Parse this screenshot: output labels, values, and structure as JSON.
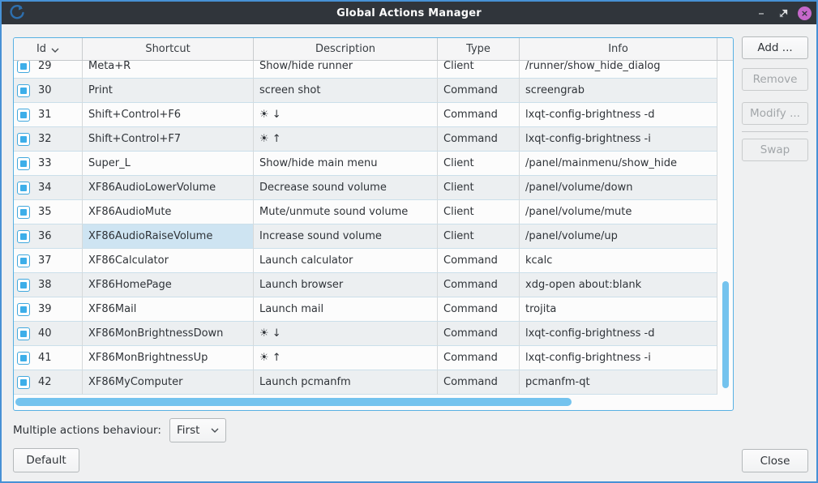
{
  "window": {
    "title": "Global Actions Manager",
    "controls": {
      "minimize": "–",
      "close": "×"
    }
  },
  "table": {
    "columns": [
      "Id",
      "Shortcut",
      "Description",
      "Type",
      "Info"
    ],
    "sorted_column": "Id",
    "rows": [
      {
        "id": "29",
        "shortcut": "Meta+R",
        "description": "Show/hide runner",
        "type": "Client",
        "info": "/runner/show_hide_dialog",
        "checked": true
      },
      {
        "id": "30",
        "shortcut": "Print",
        "description": "screen shot",
        "type": "Command",
        "info": "screengrab",
        "checked": true
      },
      {
        "id": "31",
        "shortcut": "Shift+Control+F6",
        "description": "☀ ↓",
        "type": "Command",
        "info": "lxqt-config-brightness -d",
        "checked": true
      },
      {
        "id": "32",
        "shortcut": "Shift+Control+F7",
        "description": "☀ ↑",
        "type": "Command",
        "info": "lxqt-config-brightness -i",
        "checked": true
      },
      {
        "id": "33",
        "shortcut": "Super_L",
        "description": "Show/hide main menu",
        "type": "Client",
        "info": "/panel/mainmenu/show_hide",
        "checked": true
      },
      {
        "id": "34",
        "shortcut": "XF86AudioLowerVolume",
        "description": "Decrease sound volume",
        "type": "Client",
        "info": "/panel/volume/down",
        "checked": true
      },
      {
        "id": "35",
        "shortcut": "XF86AudioMute",
        "description": "Mute/unmute sound volume",
        "type": "Client",
        "info": "/panel/volume/mute",
        "checked": true
      },
      {
        "id": "36",
        "shortcut": "XF86AudioRaiseVolume",
        "description": "Increase sound volume",
        "type": "Client",
        "info": "/panel/volume/up",
        "checked": true,
        "selected_cell": "shortcut"
      },
      {
        "id": "37",
        "shortcut": "XF86Calculator",
        "description": "Launch calculator",
        "type": "Command",
        "info": "kcalc",
        "checked": true
      },
      {
        "id": "38",
        "shortcut": "XF86HomePage",
        "description": "Launch browser",
        "type": "Command",
        "info": "xdg-open about:blank",
        "checked": true
      },
      {
        "id": "39",
        "shortcut": "XF86Mail",
        "description": "Launch mail",
        "type": "Command",
        "info": "trojita",
        "checked": true
      },
      {
        "id": "40",
        "shortcut": "XF86MonBrightnessDown",
        "description": "☀ ↓",
        "type": "Command",
        "info": "lxqt-config-brightness -d",
        "checked": true
      },
      {
        "id": "41",
        "shortcut": "XF86MonBrightnessUp",
        "description": "☀ ↑",
        "type": "Command",
        "info": "lxqt-config-brightness -i",
        "checked": true
      },
      {
        "id": "42",
        "shortcut": "XF86MyComputer",
        "description": "Launch pcmanfm",
        "type": "Command",
        "info": "pcmanfm-qt",
        "checked": true
      }
    ]
  },
  "side_buttons": {
    "add": "Add ...",
    "remove": "Remove",
    "modify": "Modify ...",
    "swap": "Swap"
  },
  "footer": {
    "behaviour_label": "Multiple actions behaviour:",
    "behaviour_value": "First",
    "default_button": "Default",
    "close_button": "Close"
  },
  "colors": {
    "accent": "#3daee9",
    "titlebar": "#30353b",
    "window_border": "#4791d5",
    "scrollbar_thumb": "#74c3ee",
    "selected_cell": "#cee4f2",
    "close_button": "#c668cb"
  }
}
